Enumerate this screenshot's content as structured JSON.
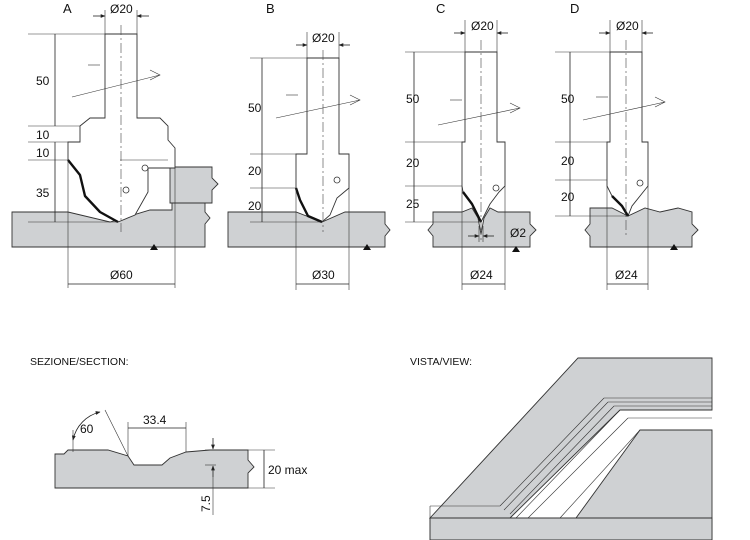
{
  "tools": [
    {
      "label": "A",
      "shank_dia": "Ø20",
      "dims": [
        "50",
        "10",
        "10",
        "35"
      ],
      "cut_dia": "Ø60"
    },
    {
      "label": "B",
      "shank_dia": "Ø20",
      "dims": [
        "50",
        "20",
        "20"
      ],
      "cut_dia": "Ø30"
    },
    {
      "label": "C",
      "shank_dia": "Ø20",
      "dims": [
        "50",
        "20",
        "25"
      ],
      "tip_dia": "Ø2",
      "cut_dia": "Ø24"
    },
    {
      "label": "D",
      "shank_dia": "Ø20",
      "dims": [
        "50",
        "20",
        "20"
      ],
      "cut_dia": "Ø24"
    }
  ],
  "section": {
    "title": "SEZIONE/SECTION:",
    "angle": "60",
    "width": "33.4",
    "thickness": "20 max",
    "depth": "7.5"
  },
  "view": {
    "title": "VISTA/VIEW:"
  },
  "colors": {
    "wood": "#cfd1d3",
    "line": "#333333",
    "profile": "#111111"
  }
}
